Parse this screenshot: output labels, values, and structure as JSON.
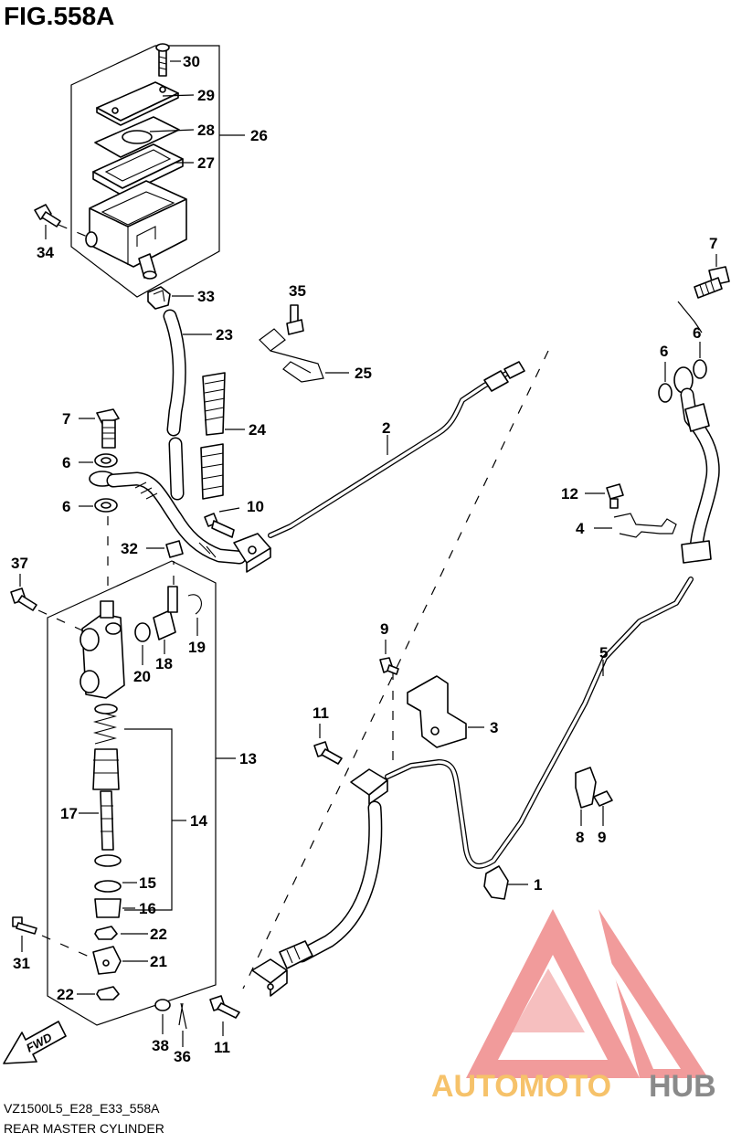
{
  "figure": {
    "title": "FIG.558A",
    "model_code": "VZ1500L5_E28_E33_558A",
    "caption": "REAR MASTER CYLINDER",
    "fwd_label": "FWD"
  },
  "callouts": {
    "c1": "1",
    "c2": "2",
    "c3": "3",
    "c4": "4",
    "c5": "5",
    "c6a": "6",
    "c6b": "6",
    "c6c": "6",
    "c6d": "6",
    "c7a": "7",
    "c7b": "7",
    "c8": "8",
    "c9a": "9",
    "c9b": "9",
    "c10": "10",
    "c11a": "11",
    "c11b": "11",
    "c12": "12",
    "c13": "13",
    "c14": "14",
    "c15": "15",
    "c16": "16",
    "c17": "17",
    "c18": "18",
    "c19": "19",
    "c20": "20",
    "c21": "21",
    "c22a": "22",
    "c22b": "22",
    "c23": "23",
    "c24": "24",
    "c25": "25",
    "c26": "26",
    "c27": "27",
    "c28": "28",
    "c29": "29",
    "c30": "30",
    "c31": "31",
    "c32": "32",
    "c33": "33",
    "c34": "34",
    "c35": "35",
    "c36": "36",
    "c37": "37",
    "c38": "38"
  },
  "watermark": {
    "brand_auto": "AUTOMOTO",
    "brand_hub": "HUB",
    "colors": {
      "logo_red": "#ef8a8a",
      "auto_orange": "#f6c26a",
      "hub_gray": "#8a8a8a"
    }
  }
}
